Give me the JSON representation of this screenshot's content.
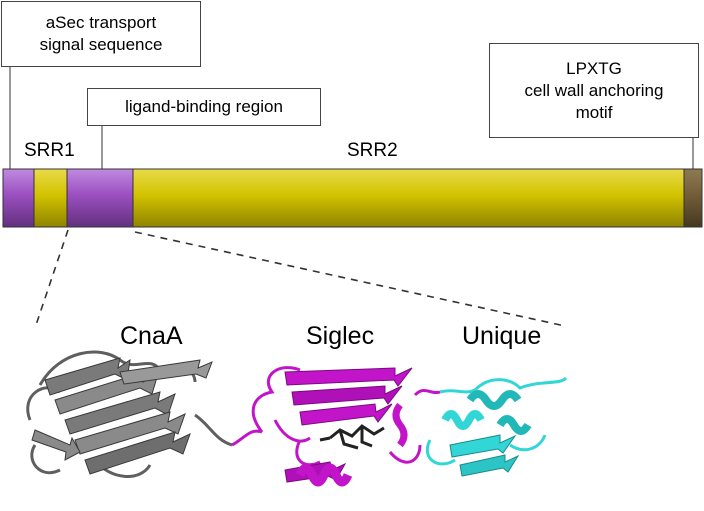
{
  "callouts": {
    "asec": [
      "aSec transport",
      "signal sequence"
    ],
    "ligand": "ligand-binding region",
    "lpxtg": [
      "LPXTG",
      "cell wall anchoring",
      "motif"
    ]
  },
  "regions": {
    "srr1": "SRR1",
    "srr2": "SRR2"
  },
  "domains": {
    "cnaa": "CnaA",
    "siglec": "Siglec",
    "unique": "Unique"
  },
  "colors": {
    "purple": "#9b4fc0",
    "yellow": "#d4c200",
    "anchor": "#6e5a36",
    "cnaa": "#7a7a7a",
    "siglec": "#c214c8",
    "unique": "#32d6d6",
    "ligand_stick": "#222222"
  }
}
